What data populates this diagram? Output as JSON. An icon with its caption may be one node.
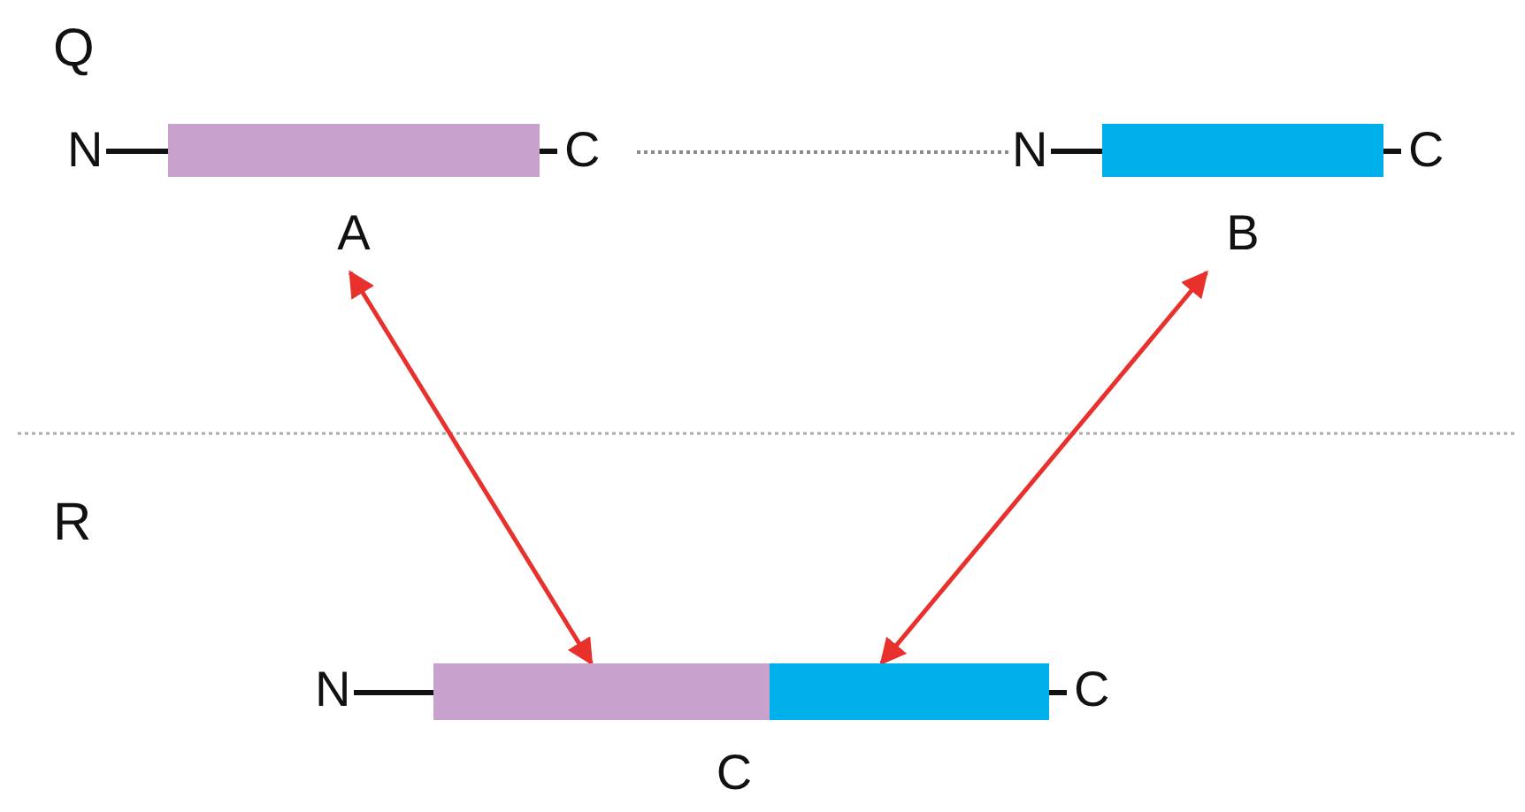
{
  "diagram": {
    "nodes": [
      {
        "text": [
          "A"
        ],
        "beside": [
          "N",
          "C"
        ]
      },
      {
        "text": [
          "B"
        ],
        "beside": [
          "N",
          "C"
        ]
      },
      {
        "text": [
          "C"
        ],
        "beside": [
          "N",
          "C"
        ]
      },
      {
        "text": [],
        "shape": "bar",
        "in": 2
      },
      {
        "text": [],
        "shape": "bar",
        "in": 2
      }
    ],
    "edges": [
      {
        "from": 0,
        "to": 1,
        "arrow": "none",
        "style": "dashed",
        "color": "#8a8a8a"
      },
      {
        "from": 0,
        "to": 3,
        "arrow": "both",
        "color": "#e8302c"
      },
      {
        "from": 1,
        "to": 4,
        "arrow": "both",
        "color": "#e8302c"
      }
    ],
    "labels": [
      "Q",
      "R"
    ]
  }
}
